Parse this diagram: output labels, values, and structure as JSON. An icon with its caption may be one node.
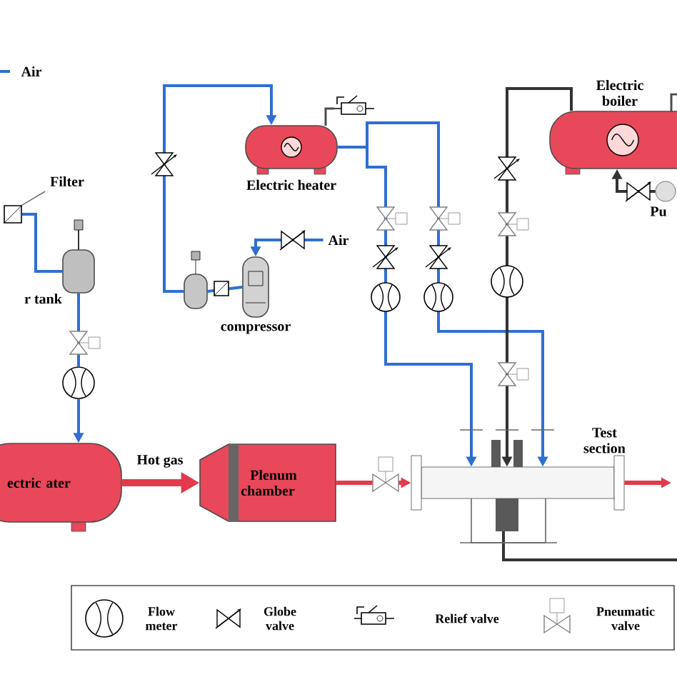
{
  "diagram": {
    "nodes": [
      {
        "text": [
          "Filter"
        ]
      },
      {
        "text": [],
        "shape": "box"
      },
      {
        "text": [
          "r tank"
        ]
      },
      {
        "text": [],
        "shape": "circle"
      },
      {
        "text": [
          "ectric ater"
        ]
      },
      {
        "text": [
          "Plenum chamber"
        ]
      },
      {
        "text": [],
        "shape": "valve"
      },
      {
        "text": [
          "Test section"
        ]
      },
      {
        "text": [
          "Electric heater"
        ]
      },
      {
        "text": [],
        "shape": "tank"
      },
      {
        "text": [
          "compressor"
        ]
      },
      {
        "text": [
          "Air"
        ]
      },
      {
        "text": [
          "Electric boiler"
        ]
      },
      {
        "text": [
          "Pu"
        ]
      }
    ],
    "edges": [
      {
        "from": 0,
        "to": 1,
        "arrow": "none",
        "color": "#555555"
      },
      {
        "from": 1,
        "to": 2,
        "arrow": "none"
      },
      {
        "from": 2,
        "to": 3,
        "arrow": "none"
      },
      {
        "from": 3,
        "to": 4,
        "arrow": "to"
      },
      {
        "from": 4,
        "to": 5,
        "arrow": "to",
        "label": "Hot gas",
        "style": "thick",
        "color": "#e23a4c"
      },
      {
        "from": 5,
        "to": 6,
        "arrow": "none",
        "color": "#e23a4c"
      },
      {
        "from": 6,
        "to": 7,
        "arrow": "to",
        "color": "#e23a4c"
      },
      {
        "from": 7,
        "to": null,
        "arrow": "to",
        "color": "#e23a4c"
      },
      {
        "from": 9,
        "to": 8,
        "arrow": "to"
      },
      {
        "from": 9,
        "to": 10,
        "arrow": "none"
      },
      {
        "from": 11,
        "to": 10,
        "arrow": "to"
      },
      {
        "from": 8,
        "to": 7,
        "arrow": "to"
      },
      {
        "from": 8,
        "to": 7,
        "arrow": "to"
      },
      {
        "from": 12,
        "to": 7,
        "arrow": "to",
        "color": "#333333"
      },
      {
        "from": 7,
        "to": null,
        "arrow": "none",
        "color": "#333333"
      },
      {
        "from": 13,
        "to": 12,
        "arrow": "to",
        "color": "#333333"
      }
    ],
    "legend": [
      {
        "text": "Air"
      },
      {
        "text": "Flow meter"
      },
      {
        "text": "Globe valve"
      },
      {
        "text": "Relief valve"
      },
      {
        "text": "Pneumatic valve"
      }
    ]
  }
}
